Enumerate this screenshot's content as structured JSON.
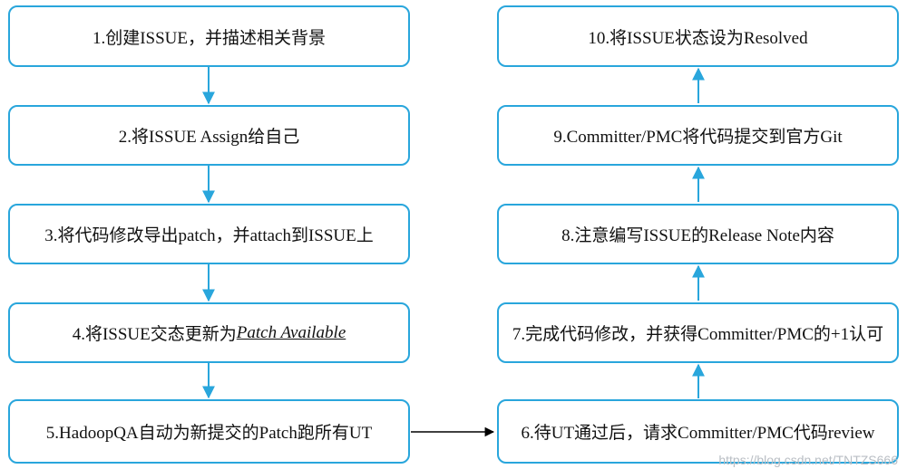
{
  "colors": {
    "border": "#29a6dc",
    "arrow": "#29a6dc",
    "connector": "#000000",
    "watermark": "#b9bec4"
  },
  "steps": [
    {
      "id": 1,
      "text": "1.创建ISSUE，并描述相关背景"
    },
    {
      "id": 2,
      "text": "2.将ISSUE Assign给自己"
    },
    {
      "id": 3,
      "text": "3.将代码修改导出patch，并attach到ISSUE上"
    },
    {
      "id": 4,
      "text": "4.将ISSUE交态更新为",
      "emphasis": "Patch Available"
    },
    {
      "id": 5,
      "text": "5.HadoopQA自动为新提交的Patch跑所有UT"
    },
    {
      "id": 6,
      "text": "6.待UT通过后，请求Committer/PMC代码review"
    },
    {
      "id": 7,
      "text": "7.完成代码修改，并获得Committer/PMC的+1认可"
    },
    {
      "id": 8,
      "text": "8.注意编写ISSUE的Release Note内容"
    },
    {
      "id": 9,
      "text": "9.Committer/PMC将代码提交到官方Git"
    },
    {
      "id": 10,
      "text": "10.将ISSUE状态设为Resolved"
    }
  ],
  "watermark": "https://blog.csdn.net/TNTZS666"
}
